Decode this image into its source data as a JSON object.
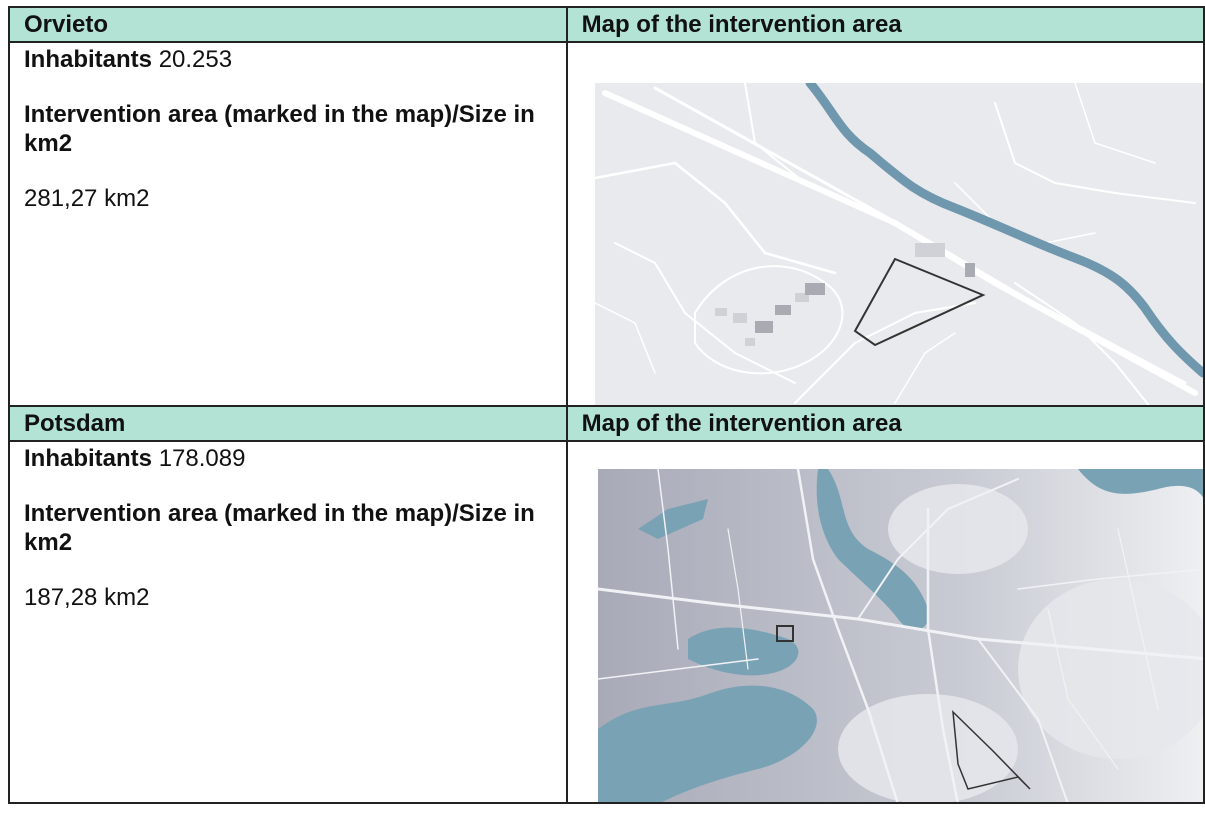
{
  "rows": [
    {
      "city": "Orvieto",
      "map_header": "Map of the intervention area",
      "inhabitants_label": "Inhabitants",
      "inhabitants_value": "20.253",
      "area_label": "Intervention area (marked in the map)/Size in km2",
      "size": "281,27 km2"
    },
    {
      "city": "Potsdam",
      "map_header": "Map of the intervention area",
      "inhabitants_label": "Inhabitants",
      "inhabitants_value": "178.089",
      "area_label": "Intervention area (marked in the map)/Size in km2",
      "size": "187,28 km2"
    }
  ],
  "colors": {
    "header_bg": "#b2e3d4",
    "map1_bg": "#e9eaed",
    "river": "#6f97ad",
    "map2_water": "#7aa2b5",
    "map2_urban": "#a8aab8"
  }
}
